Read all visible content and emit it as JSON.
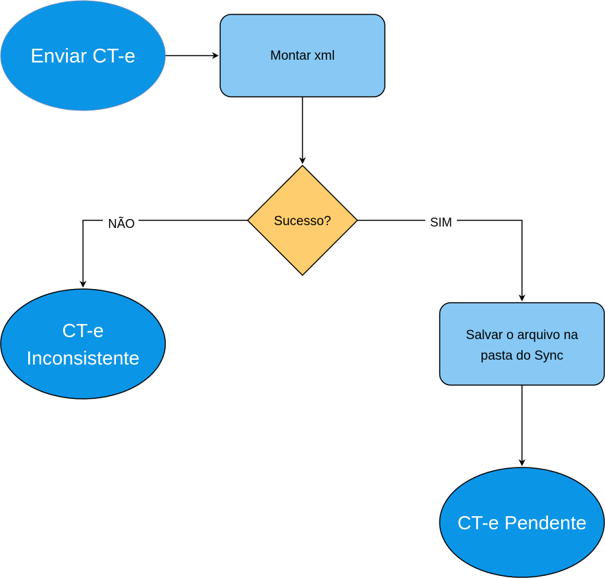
{
  "diagram": {
    "nodes": {
      "start": {
        "label": "Enviar CT-e",
        "shape": "ellipse",
        "fill": "#0b95e6",
        "text_color": "#ffffff"
      },
      "build_xml": {
        "label": "Montar xml",
        "shape": "rounded-rect",
        "fill": "#87c9f4",
        "text_color": "#000000"
      },
      "success_check": {
        "label": "Sucesso?",
        "shape": "diamond",
        "fill": "#fecd6e",
        "text_color": "#000000"
      },
      "inconsistent": {
        "label_line1": "CT-e",
        "label_line2": "Inconsistente",
        "shape": "ellipse",
        "fill": "#0b95e6",
        "text_color": "#ffffff"
      },
      "save_file": {
        "label_line1": "Salvar o arquivo na",
        "label_line2": "pasta do Sync",
        "shape": "rounded-rect",
        "fill": "#87c9f4",
        "text_color": "#000000"
      },
      "pending": {
        "label": "CT-e Pendente",
        "shape": "ellipse",
        "fill": "#0b95e6",
        "text_color": "#ffffff"
      }
    },
    "edges": {
      "no_label": "NÃO",
      "yes_label": "SIM"
    },
    "stroke_color": "#000000"
  }
}
